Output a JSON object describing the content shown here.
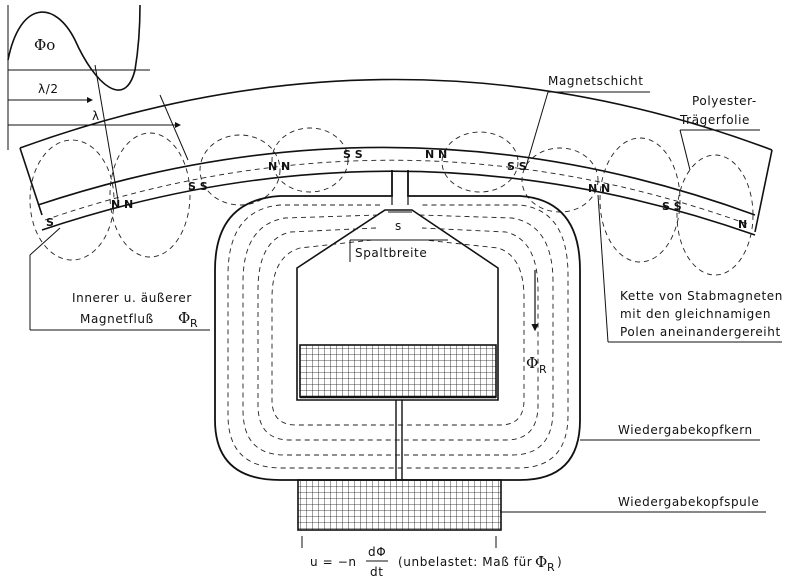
{
  "labels": {
    "magnetschicht": "Magnetschicht",
    "traeger_line1": "Polyester-",
    "traeger_line2": "Trägerfolie",
    "spaltbreite": "Spaltbreite",
    "spalt_s": "s",
    "flux_line1": "Innerer u. äußerer",
    "flux_line2": "Magnetfluß",
    "kette_line1": "Kette von Stabmagneten",
    "kette_line2": "mit den gleichnamigen",
    "kette_line3": "Polen aneinandergereiht",
    "kern": "Wiedergabekopfkern",
    "spule": "Wiedergabekopfspule",
    "phi0": "Φo",
    "lambda_half": "λ/2",
    "lambda": "λ",
    "phi_r_sym": "Φ",
    "phi_r_sub": "R"
  },
  "formula": {
    "lhs": "u = −n",
    "num": "dΦ",
    "den": "dt",
    "note_pre": "(unbelastet: Maß für",
    "note_sym": "Φ",
    "note_sub": "R",
    "note_post": ")"
  },
  "poles": {
    "left_end": "S",
    "right_end": "N",
    "pairs": [
      "N N",
      "S S",
      "N N",
      "S S",
      "N N",
      "S S",
      "N N",
      "S S"
    ]
  }
}
